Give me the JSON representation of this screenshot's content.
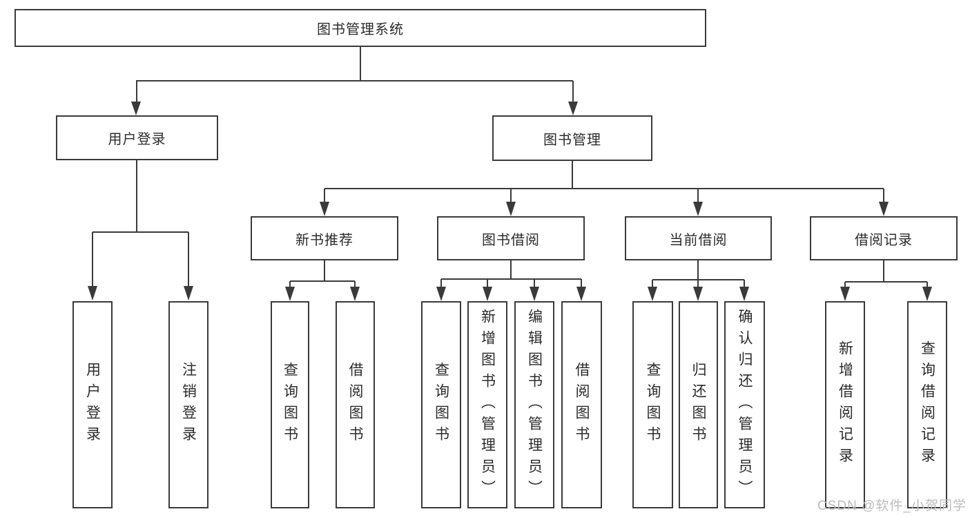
{
  "diagram_type": "hierarchy-tree",
  "colors": {
    "line": "#3a3a3a",
    "box_border": "#3a3a3a",
    "box_fill": "#ffffff",
    "text": "#2b2b2b",
    "watermark": "#bcbcbc",
    "background": "#ffffff"
  },
  "tree": {
    "label": "图书管理系统",
    "children": [
      {
        "label": "用户登录",
        "children": [
          {
            "label": "用户登录"
          },
          {
            "label": "注销登录"
          }
        ]
      },
      {
        "label": "图书管理",
        "children": [
          {
            "label": "新书推荐",
            "children": [
              {
                "label": "查询图书"
              },
              {
                "label": "借阅图书"
              }
            ]
          },
          {
            "label": "图书借阅",
            "children": [
              {
                "label": "查询图书"
              },
              {
                "label": "新增图书（管理员）"
              },
              {
                "label": "编辑图书（管理员）"
              },
              {
                "label": "借阅图书"
              }
            ]
          },
          {
            "label": "当前借阅",
            "children": [
              {
                "label": "查询图书"
              },
              {
                "label": "归还图书"
              },
              {
                "label": "确认归还（管理员）"
              }
            ]
          },
          {
            "label": "借阅记录",
            "children": [
              {
                "label": "新增借阅记录"
              },
              {
                "label": "查询借阅记录"
              }
            ]
          }
        ]
      }
    ]
  },
  "watermark": "CSDN @软件_小贺同学"
}
